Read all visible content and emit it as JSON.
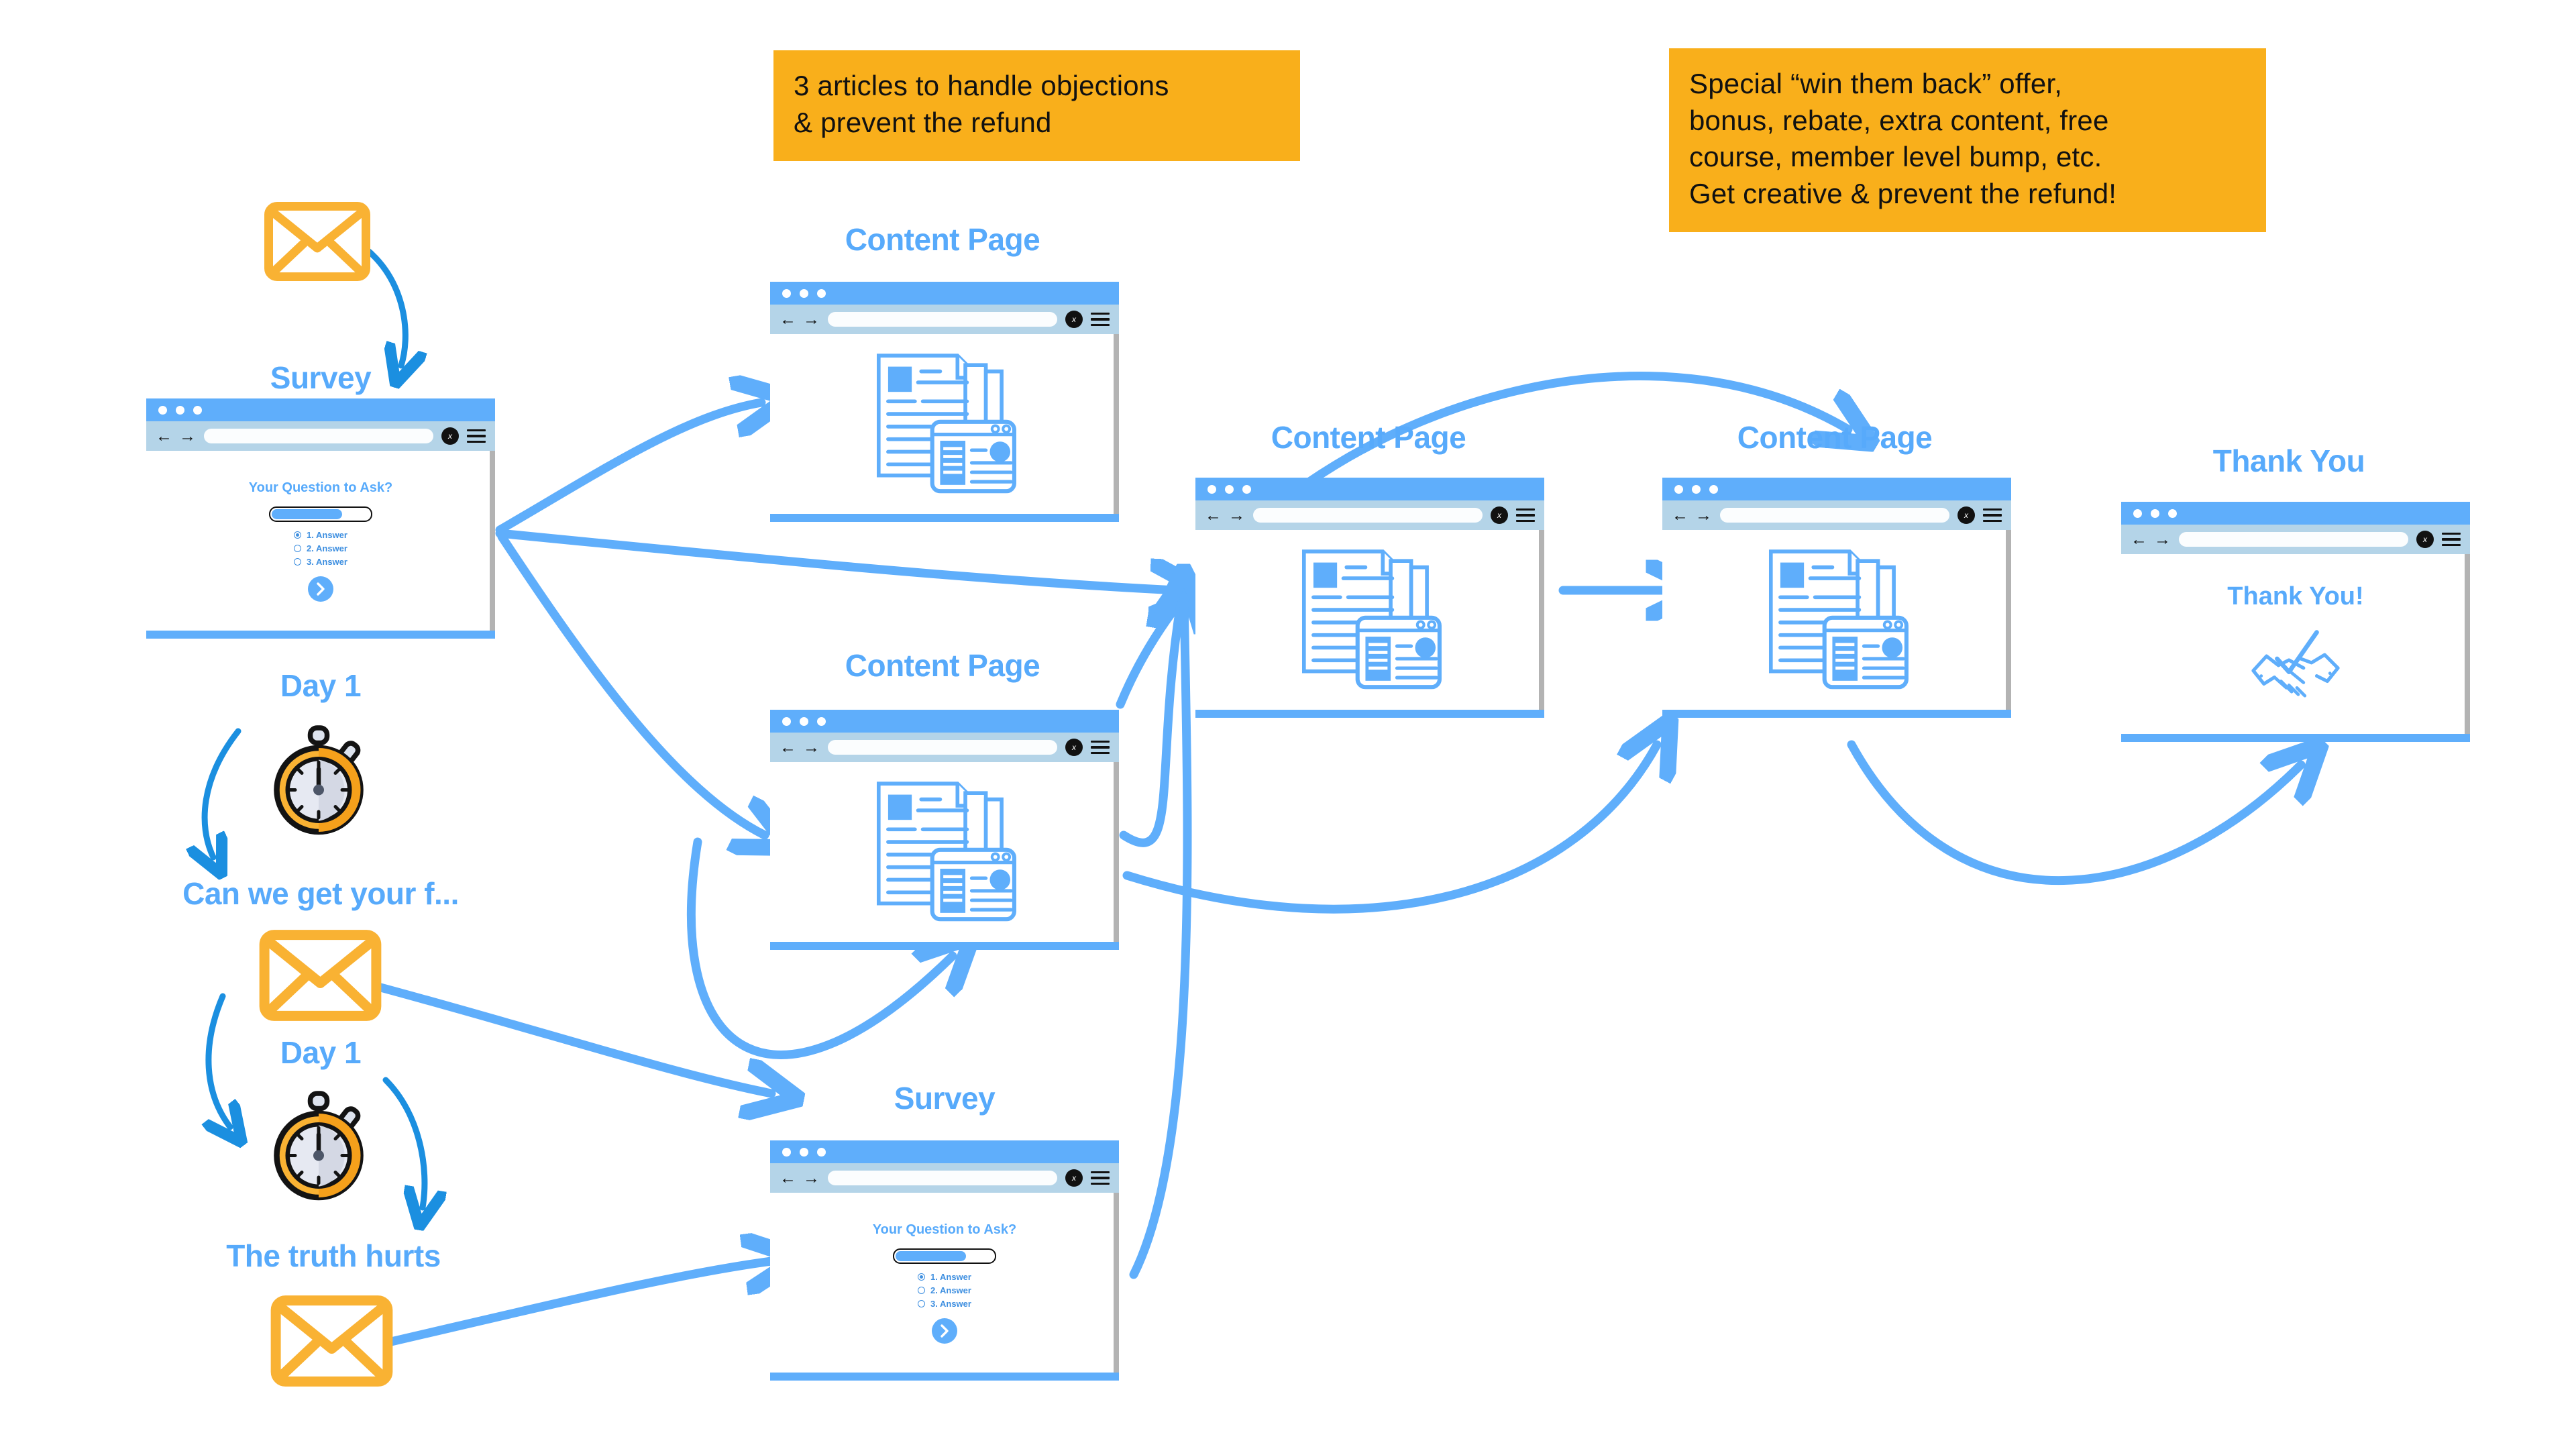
{
  "theme": {
    "accent_blue": "#5FAEFB",
    "label_blue": "#57AAFB",
    "deep_blue": "#1B8FE0",
    "callout_orange": "#F9AF1B",
    "envelope_orange": "#F9B233",
    "toolbar_blue": "#B4D4E8",
    "scrollbar_gray": "#B3B3B3",
    "text_black": "#111111"
  },
  "callouts": [
    {
      "id": "articles-callout",
      "lines": [
        "3 articles to handle objections",
        "& prevent the refund"
      ]
    },
    {
      "id": "win-them-back-callout",
      "lines": [
        "Special “win them back” offer,",
        "bonus, rebate, extra content, free",
        "course, member level bump, etc.",
        "Get creative & prevent the refund!"
      ]
    }
  ],
  "left_flow": {
    "email_1": {
      "icon": "envelope-icon"
    },
    "survey_1_label": "Survey",
    "delay_1": {
      "label": "Day 1",
      "icon": "stopwatch-icon"
    },
    "email_2_label": "Can we get your f...",
    "email_2": {
      "icon": "envelope-icon"
    },
    "delay_2": {
      "label": "Day 1",
      "icon": "stopwatch-icon"
    },
    "email_3_label": "The truth hurts",
    "email_3": {
      "icon": "envelope-icon"
    }
  },
  "nodes": [
    {
      "id": "survey-top",
      "label": "Survey",
      "kind": "survey"
    },
    {
      "id": "content-1",
      "label": "Content Page",
      "kind": "content"
    },
    {
      "id": "content-2",
      "label": "Content Page",
      "kind": "content"
    },
    {
      "id": "content-3",
      "label": "Content Page",
      "kind": "content"
    },
    {
      "id": "content-4",
      "label": "Content Page",
      "kind": "content"
    },
    {
      "id": "thank-you",
      "label": "Thank You",
      "kind": "thankyou"
    },
    {
      "id": "survey-bottom",
      "label": "Survey",
      "kind": "survey"
    }
  ],
  "browser_chrome": {
    "back_glyph": "←",
    "forward_glyph": "→",
    "close_glyph": "x",
    "url_value": "",
    "url_placeholder": ""
  },
  "survey_content": {
    "question": "Your Question to Ask?",
    "progress_percent": 70,
    "options": [
      {
        "label": "1. Answer",
        "selected": true
      },
      {
        "label": "2. Answer",
        "selected": false
      },
      {
        "label": "3. Answer",
        "selected": false
      }
    ],
    "next_icon": "chevron-right-icon"
  },
  "thankyou_content": {
    "heading": "Thank You!",
    "icon": "handshake-check-icon"
  },
  "content_page_content": {
    "icon": "documents-article-icon"
  }
}
